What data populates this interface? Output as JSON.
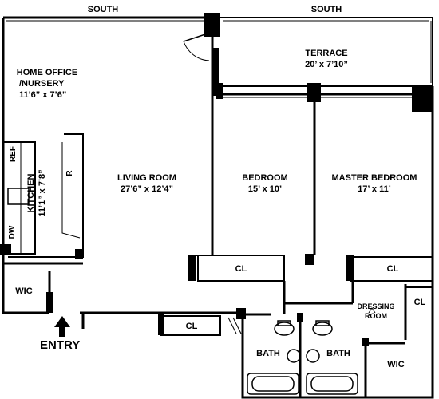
{
  "compass": {
    "south_left": "SOUTH",
    "south_right": "SOUTH"
  },
  "rooms": {
    "home_office": {
      "name_line1": "HOME OFFICE",
      "name_line2": "/NURSERY",
      "dims": "11’6” x 7’6”"
    },
    "terrace": {
      "name": "TERRACE",
      "dims": "20’ x 7’10”"
    },
    "living_room": {
      "name": "LIVING ROOM",
      "dims": "27’6” x 12’4”"
    },
    "bedroom": {
      "name": "BEDROOM",
      "dims": "15’ x 10’"
    },
    "master_bedroom": {
      "name": "MASTER BEDROOM",
      "dims": "17’ x 11’"
    },
    "kitchen": {
      "name": "KITCHEN",
      "dims": "11’1” x 7’8”"
    },
    "wic_left": {
      "name": "WIC"
    },
    "wic_right": {
      "name": "WIC"
    },
    "closet_hall": {
      "name": "CL"
    },
    "closet_bedroom": {
      "name": "CL"
    },
    "closet_master": {
      "name": "CL"
    },
    "closet_dressing": {
      "name": "CL"
    },
    "dressing_room": {
      "line1": "DRESSING",
      "line2": "ROOM"
    },
    "bath_left": {
      "name": "BATH"
    },
    "bath_right": {
      "name": "BATH"
    }
  },
  "appliances": {
    "ref": "REF",
    "range": "R",
    "dishwasher": "DW"
  },
  "entry": {
    "label": "ENTRY"
  }
}
